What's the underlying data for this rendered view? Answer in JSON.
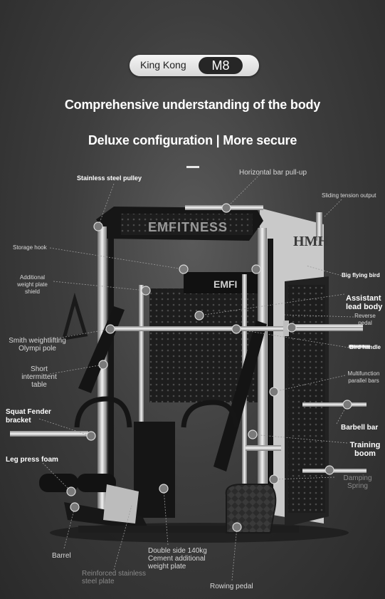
{
  "header": {
    "brand": "King Kong",
    "model": "M8",
    "headline": "Comprehensive understanding of the body",
    "subheadline": "Deluxe configuration | More secure"
  },
  "machine": {
    "logo_text": "EMFITNESS",
    "plate_text": "EMFI",
    "monogram": "HMH"
  },
  "labels": {
    "stainless_steel_pulley": "Stainless steel pulley",
    "horizontal_bar_pull_up": "Horizontal bar pull-up",
    "sliding_tension_output": "Sliding tension output",
    "storage_hook": "Storage hook",
    "additional_weight_plate_shield": "Additional weight plate shield",
    "big_flying_bird": "Big flying bird",
    "assistant_lead_body": "Assistant lead body",
    "reverse_pedal": "Reverse pedal",
    "smith_weightlifting": "Smith weightlifting Olympi pole",
    "bird_handle": "Bird handle",
    "short_intermittent_table": "Short intermittent table",
    "multifunction_parallel_bars": "Multifunction parallel bars",
    "squat_fender_bracket": "Squat Fender bracket",
    "barbell_bar": "Barbell bar",
    "training_boom": "Training boom",
    "leg_press_foam": "Leg press foam",
    "damping_spring": "Damping Spring",
    "barrel": "Barrel",
    "double_side_plate": "Double side 140kg Cement additional weight plate",
    "reinforced_stainless_steel_plate": "Reinforced stainless steel plate",
    "rowing_pedal": "Rowing pedal"
  },
  "colors": {
    "background": "#3e3e3e",
    "frame": "#151515",
    "chrome": "#c9c9c9",
    "text": "#ffffff"
  }
}
